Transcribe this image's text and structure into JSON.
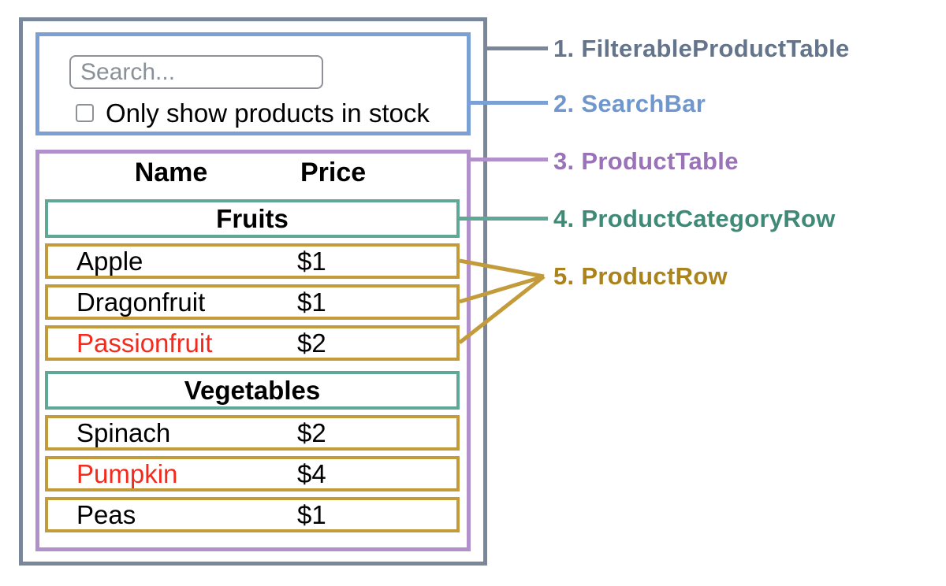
{
  "components": [
    {
      "label": "1. FilterableProductTable",
      "color": "#64748b"
    },
    {
      "label": "2. SearchBar",
      "color": "#6f97ce"
    },
    {
      "label": "3. ProductTable",
      "color": "#9a72b8"
    },
    {
      "label": "4. ProductCategoryRow",
      "color": "#3f8a77"
    },
    {
      "label": "5. ProductRow",
      "color": "#ab831d"
    }
  ],
  "search_bar": {
    "input_placeholder": "Search...",
    "checkbox_label": "Only show products in stock",
    "checkbox_checked": false
  },
  "product_table": {
    "headers": {
      "name": "Name",
      "price": "Price"
    },
    "categories": [
      {
        "label": "Fruits",
        "rows": [
          {
            "name": "Apple",
            "price": "$1",
            "name_color": null
          },
          {
            "name": "Dragonfruit",
            "price": "$1",
            "name_color": null
          },
          {
            "name": "Passionfruit",
            "price": "$2",
            "name_color": "#f42a1d"
          }
        ]
      },
      {
        "label": "Vegetables",
        "rows": [
          {
            "name": "Spinach",
            "price": "$2",
            "name_color": null
          },
          {
            "name": "Pumpkin",
            "price": "$4",
            "name_color": "#f42a1d"
          },
          {
            "name": "Peas",
            "price": "$1",
            "name_color": null
          }
        ]
      }
    ]
  },
  "colors": {
    "filterable_product_table_border": "#7a8699",
    "search_bar_border": "#7ba0d6",
    "product_table_border": "#b191cc",
    "product_category_row_border": "#5fa897",
    "product_row_border": "#c49b3a",
    "out_of_stock_text": "#f42a1d"
  }
}
